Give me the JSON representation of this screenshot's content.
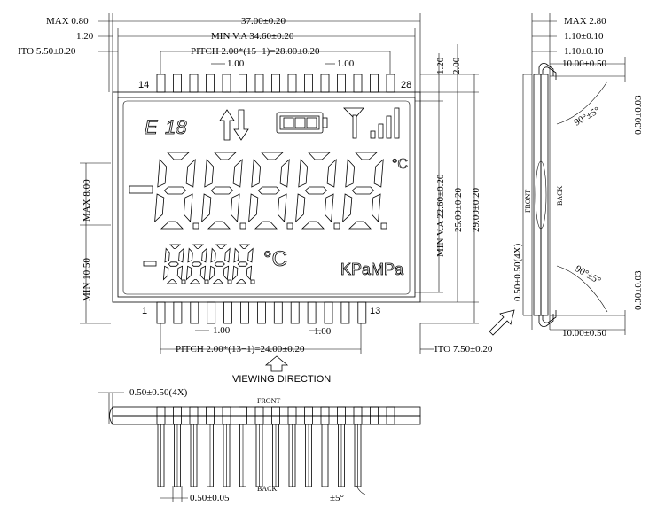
{
  "top_dims": {
    "max_thickness": "MAX  0.80",
    "offset": "1.20",
    "ito_top": "ITO  5.50±0.20",
    "total_width": "37.00±0.20",
    "va_width": "MIN  V.A  34.60±0.20",
    "pitch_top": "PITCH  2.00*(15−1)=28.00±0.20",
    "pin_width_top_left": "1.00",
    "pin_width_top_right": "1.00"
  },
  "right_dims": {
    "gap_120": "1.20",
    "gap_200": "2.00",
    "va_height": "MIN  V.A  22.60±0.20",
    "glass_height": "25.00±0.20",
    "total_height": "29.00±0.20"
  },
  "left_dims": {
    "max_800": "MAX  8.00",
    "min_1050": "MIN  10.50"
  },
  "bottom_dims": {
    "pin_width_left": "1.00",
    "pin_width_right": "1.00",
    "pitch_bottom": "PITCH  2.00*(13−1)=24.00±0.20",
    "ito_bottom": "ITO  7.50±0.20",
    "viewing_direction": "VIEWING  DIRECTION"
  },
  "pins": {
    "top_first": "14",
    "top_last": "28",
    "bottom_first": "1",
    "bottom_last": "13"
  },
  "lcd": {
    "error_symbol": "E",
    "error_digits": "18",
    "celsius_main": "°C",
    "celsius_sub": "°C",
    "units": "KPaMPa"
  },
  "side_view": {
    "max_280": "MAX  2.80",
    "glass1": "1.10±0.10",
    "glass2": "1.10±0.10",
    "pin_len_top": "10.00±0.50",
    "angle_top": "90°±5°",
    "bend_top": "0.30±0.03",
    "pin_thick": "0.50±0.50(4X)",
    "angle_bottom": "90°±5°",
    "bend_bottom": "0.30±0.03",
    "pin_len_bottom": "10.00±0.50",
    "front": "FRONT",
    "back": "BACK"
  },
  "bottom_view": {
    "pin_thick": "0.50±0.50(4X)",
    "front": "FRONT",
    "back": "BACK",
    "pin_width": "0.50±0.05",
    "angle": "±5°"
  }
}
